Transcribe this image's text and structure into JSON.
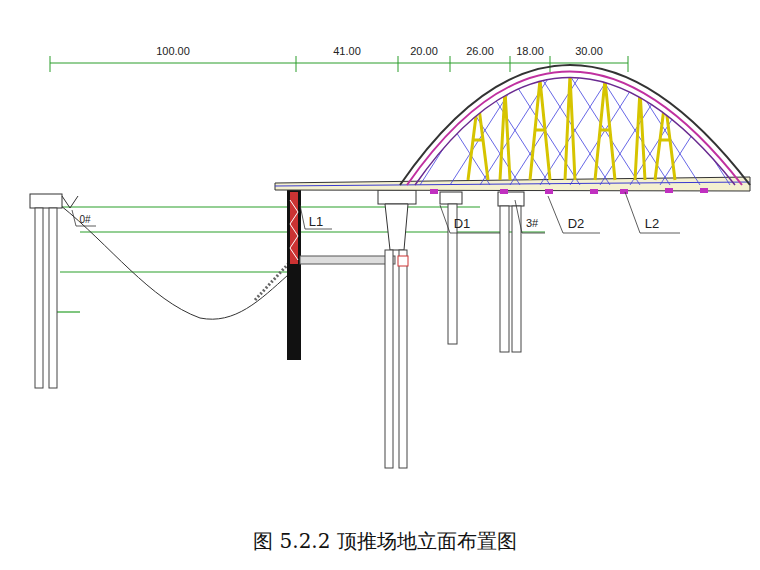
{
  "diagram": {
    "caption": "图 5.2.2 顶推场地立面布置图",
    "labels": [
      "100.00",
      "41.00",
      "20.00",
      "26.00",
      "18.00",
      "30.00",
      "0#",
      "L1",
      "D1",
      "3#",
      "D2",
      "L2"
    ]
  }
}
